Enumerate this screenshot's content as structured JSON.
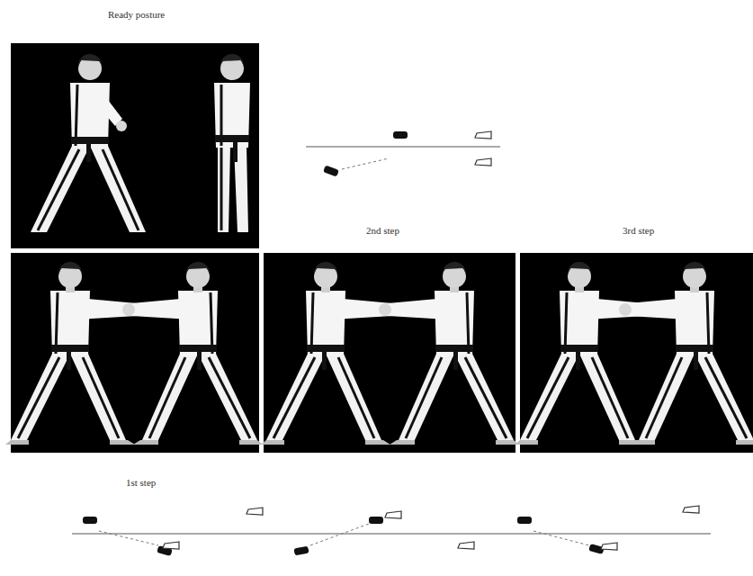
{
  "diagram": {
    "labels": [
      "Ready posture",
      "2nd step",
      "3rd step",
      "1st step"
    ]
  }
}
